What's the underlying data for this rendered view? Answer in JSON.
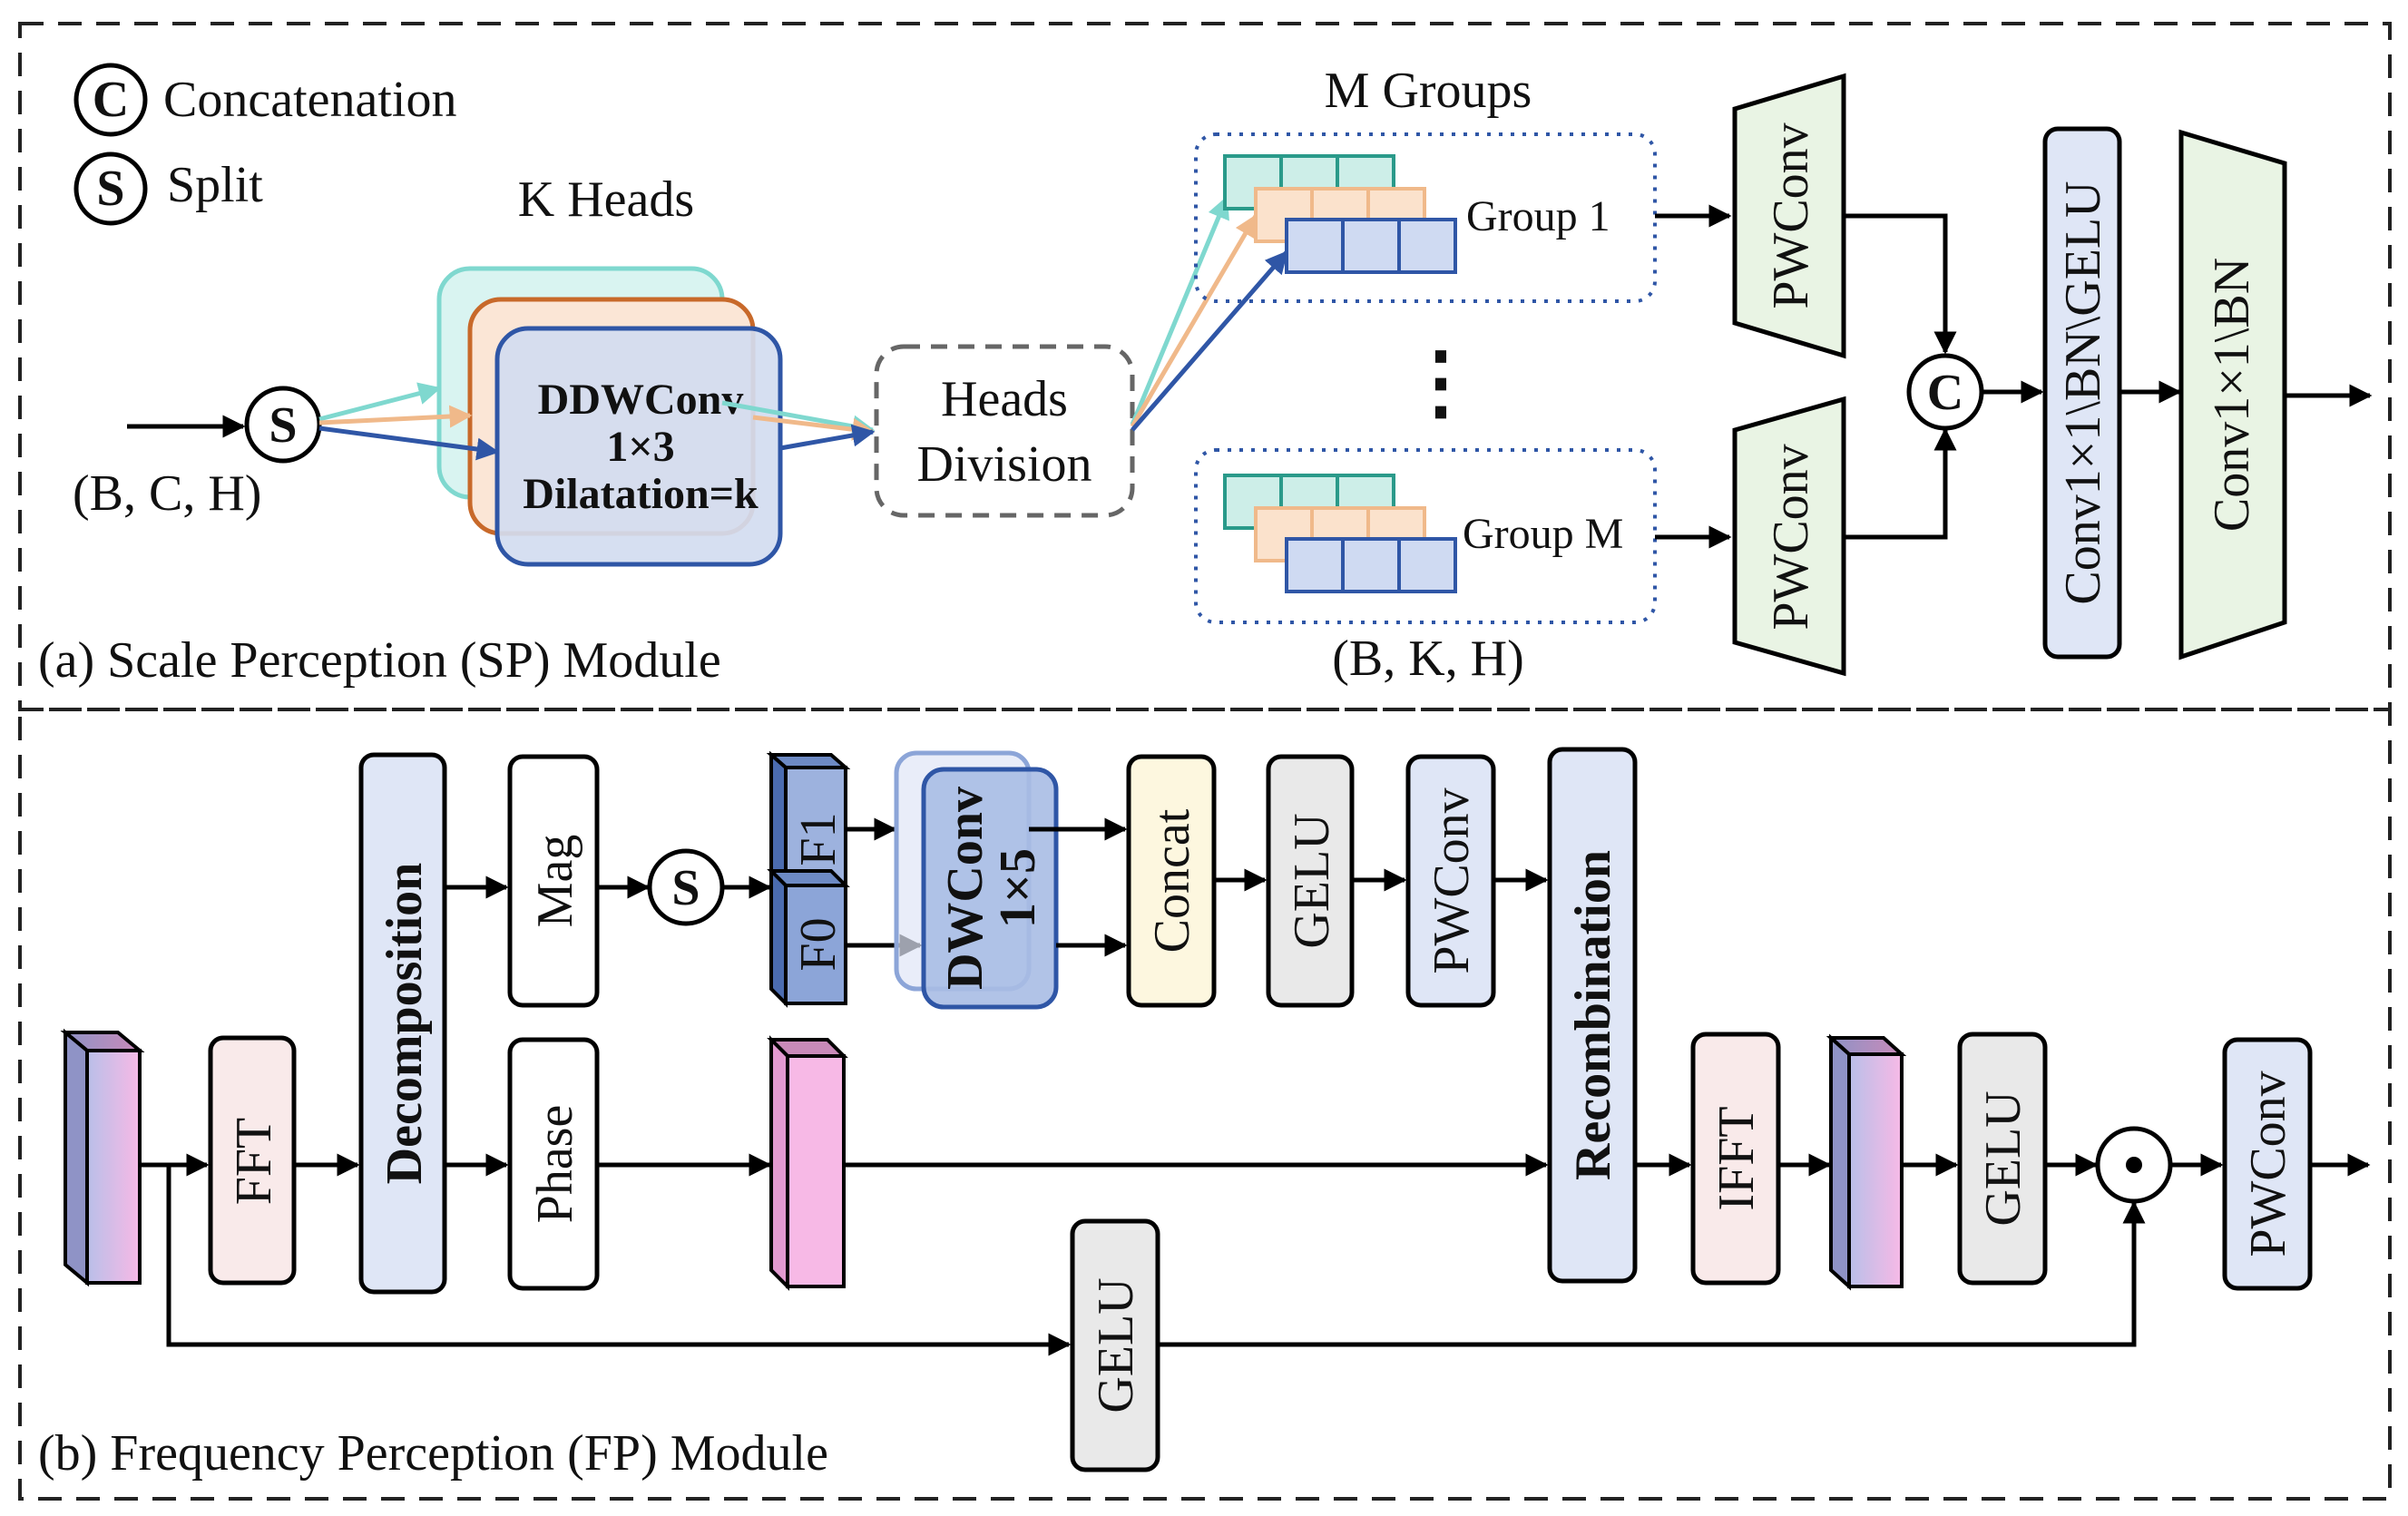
{
  "legend": {
    "concat_symbol": "C",
    "concat_label": "Concatenation",
    "split_symbol": "S",
    "split_label": "Split"
  },
  "sp": {
    "caption": "(a) Scale Perception (SP) Module",
    "input_shape": "(B, C, H)",
    "k_heads": "K Heads",
    "ddw_line1": "DDWConv",
    "ddw_line2": "1×3",
    "ddw_line3": "Dilatation=k",
    "heads_division_1": "Heads",
    "heads_division_2": "Division",
    "m_groups": "M Groups",
    "group_1": "Group 1",
    "group_m": "Group M",
    "ellipsis": "⋮",
    "group_shape": "(B, K, H)",
    "pwconv": "PWConv",
    "concat_symbol": "C",
    "conv_bn_gelu": "Conv1×1\\BN\\GELU",
    "conv_bn": "Conv1×1\\BN"
  },
  "fp": {
    "caption": "(b) Frequency Perception (FP) Module",
    "fft": "FFT",
    "decomposition": "Decomposition",
    "mag": "Mag",
    "phase": "Phase",
    "split_symbol": "S",
    "f1": "F1",
    "f0": "F0",
    "dwconv": "DWConv",
    "dwconv_size": "1×5",
    "concat": "Concat",
    "gelu": "GELU",
    "pwconv": "PWConv",
    "recombination": "Recombination",
    "ifft": "IFFT",
    "multiply_symbol": "⊙"
  },
  "colors": {
    "teal": "#7fd8cf",
    "orange": "#f0b98a",
    "blue": "#2f56a6",
    "light_blue_fill": "#dfe6f6",
    "light_green_fill": "#e9f4e4",
    "pink_fill": "#f9eaea",
    "yellow_fill": "#fdf7df",
    "gray_fill": "#e9e9e9",
    "magenta": "#f7b9e6"
  }
}
